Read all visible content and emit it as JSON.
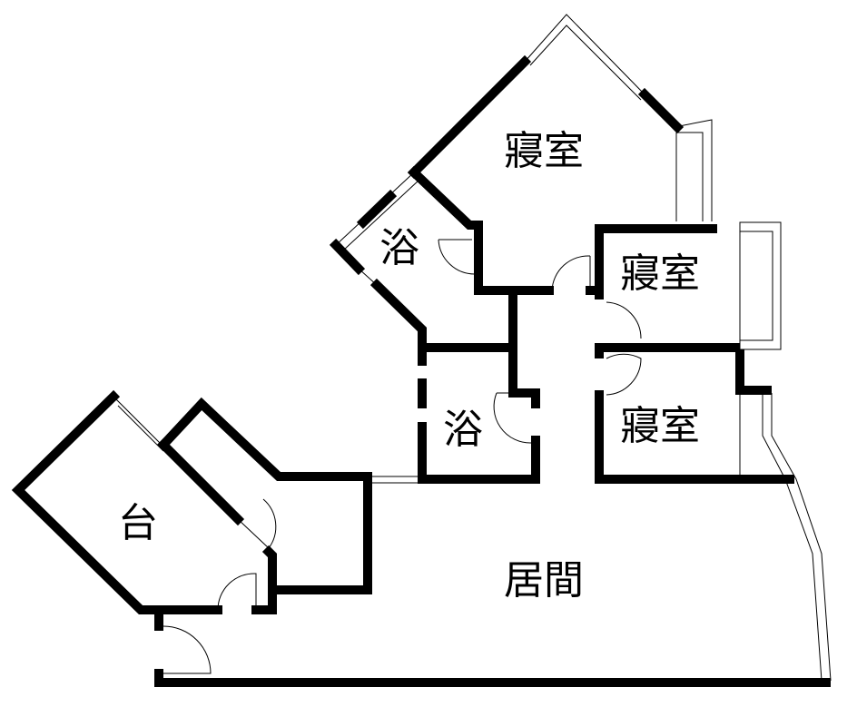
{
  "rooms": {
    "master_bedroom": "寢室",
    "bath_1": "浴",
    "bedroom_2": "寢室",
    "bath_2": "浴",
    "bedroom_3": "寢室",
    "kitchen": "台",
    "living": "居間"
  },
  "colors": {
    "wall": "#000000",
    "background": "#ffffff"
  }
}
